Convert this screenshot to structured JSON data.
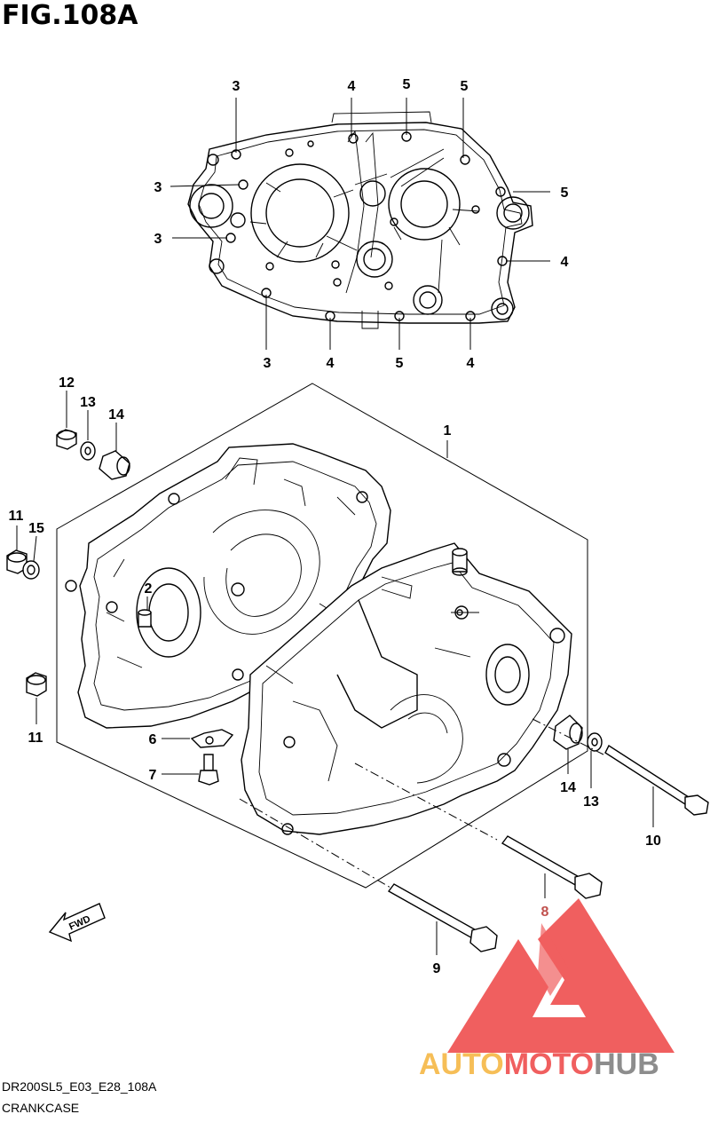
{
  "figure": {
    "title": "FIG.108A",
    "code": "DR200SL5_E03_E28_108A",
    "name": "CRANKCASE"
  },
  "callouts": {
    "top_view": [
      "3",
      "4",
      "5",
      "5",
      "3",
      "5",
      "3",
      "4",
      "3",
      "4",
      "5",
      "4"
    ],
    "main_view": [
      "1",
      "2",
      "6",
      "7",
      "8",
      "9",
      "10",
      "11",
      "11",
      "12",
      "13",
      "13",
      "14",
      "14",
      "15"
    ]
  },
  "fwd_label": "FWD",
  "watermark": {
    "brand_part1": "AUTO",
    "brand_part2": "MOTO",
    "brand_part3": "HUB",
    "triangle_color": "#ee4444",
    "auto_color": "#f5b33a",
    "moto_color": "#ee4444",
    "hub_color": "#7a7a7a"
  },
  "highlight_color": "#c0504d"
}
